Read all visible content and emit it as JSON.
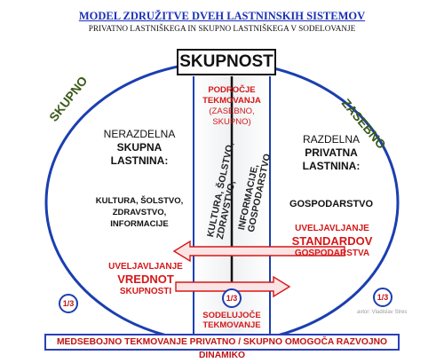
{
  "header": {
    "title": "MODEL ZDRUŽITVE DVEH LASTNINSKIH SISTEMOV",
    "subtitle": "PRIVATNO LASTNIŠKEGA IN SKUPNO LASTNIŠKEGA V SODELOVANJE"
  },
  "top_box": {
    "label": "SKUPNOST"
  },
  "left_side": {
    "heading": "SKUPNO",
    "line1": "NERAZDELNA",
    "line2": "SKUPNA",
    "line3": "LASTNINA:",
    "areas": [
      "KULTURA, ŠOLSTVO,",
      "ZDRAVSTVO,",
      "INFORMACIJE"
    ],
    "uveljavljanje": "UVELJAVLJANJE",
    "value_word": "VREDNOT",
    "value_word2": "SKUPNOSTI",
    "share": "1/3"
  },
  "right_side": {
    "heading": "ZASEBNO",
    "line1": "RAZDELNA",
    "line2": "PRIVATNA",
    "line3": "LASTNINA:",
    "area": "GOSPODARSTVO",
    "uveljavljanje": "UVELJAVLJANJE",
    "value_word": "STANDARDOV",
    "value_word2": "GOSPODARSTVA",
    "share": "1/3"
  },
  "center": {
    "zone_title": [
      "PODROČJE",
      "TEKMOVANJA",
      "(ZASEBNO,",
      "SKUPNO)"
    ],
    "vertical_left": [
      "KULTURA, ŠOLSTVO,",
      "ZDRAVSTVO,"
    ],
    "vertical_right": [
      "INFORMACIJE,",
      "GOSPODARSTVO"
    ],
    "share": "1/3",
    "bottom_label": [
      "SODELUJOČE",
      "TEKMOVANJE"
    ]
  },
  "footer": {
    "text": "MEDSEBOJNO TEKMOVANJE PRIVATNO / SKUPNO OMOGOČA RAZVOJNO DINAMIKO"
  },
  "author": "avtor: Vladislav Stres",
  "colors": {
    "accent_red": "#d41818",
    "circle_blue": "#1b3fb0",
    "heading_green": "#3a5a1a"
  }
}
